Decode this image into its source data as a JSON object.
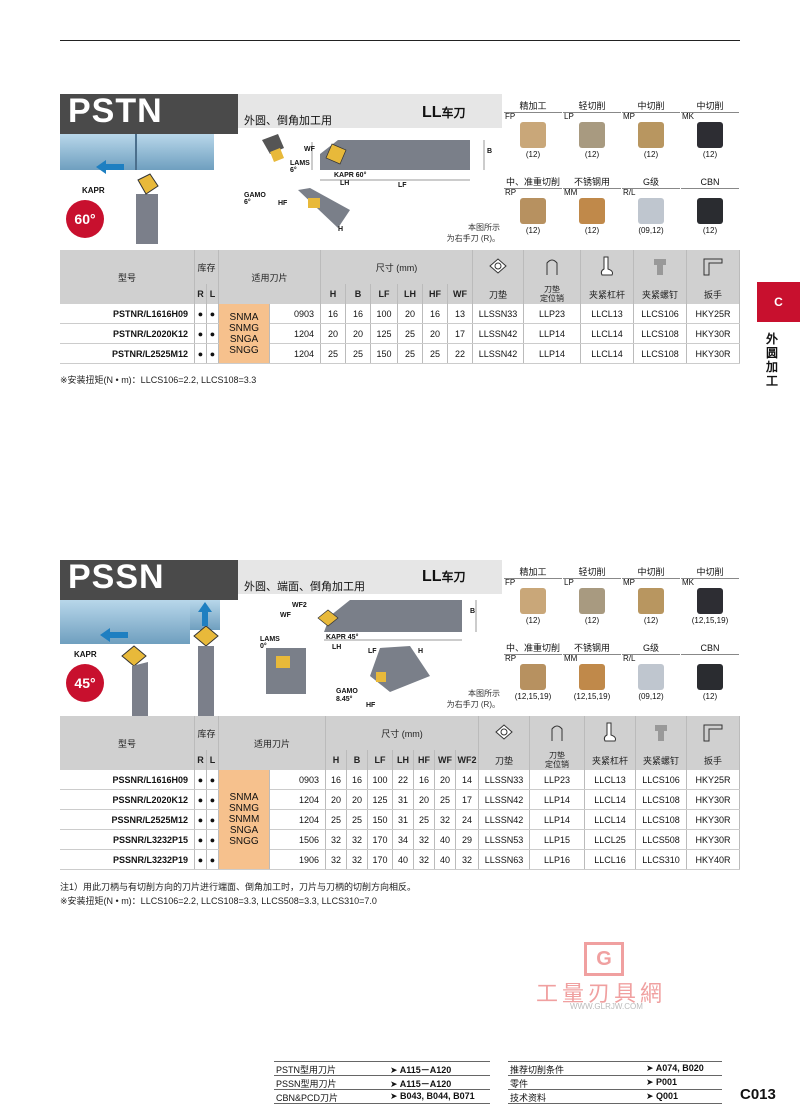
{
  "sections": [
    {
      "code": "PSTN",
      "subtitle": "外圆、倒角加工用",
      "ll_label": "LL",
      "tool_label": "车刀",
      "angle_badge": "60°",
      "illus_labels": {
        "kapr": "KAPR",
        "lams": "LAMS",
        "lams_val": "6°",
        "gamo": "GAMO",
        "gamo_val": "6°",
        "kapr_angle": "KAPR 60°",
        "wf": "WF",
        "lh": "LH",
        "lf": "LF",
        "b": "B",
        "h": "H",
        "hf": "HF"
      },
      "right_hand_note": [
        "本图所示",
        "为右手刀 (R)。"
      ],
      "inserts": [
        {
          "cat": "精加工",
          "code": "FP",
          "size": "(12)",
          "color": "#c9a779"
        },
        {
          "cat": "轻切削",
          "code": "LP",
          "size": "(12)",
          "color": "#a89a80"
        },
        {
          "cat": "中切削",
          "code": "MP",
          "size": "(12)",
          "color": "#b89660"
        },
        {
          "cat": "中切削",
          "code": "MK",
          "size": "(12)",
          "color": "#2d2d33"
        },
        {
          "cat": "中、准重切削",
          "code": "RP",
          "size": "(12)",
          "color": "#b79160"
        },
        {
          "cat": "不锈钢用",
          "code": "MM",
          "size": "(12)",
          "color": "#c0894a"
        },
        {
          "cat": "G级",
          "code": "R/L",
          "size": "(09,12)",
          "color": "#bfc6cf"
        },
        {
          "cat": "CBN",
          "code": "",
          "size": "(12)",
          "color": "#2a2c30"
        }
      ],
      "headers": {
        "model": "型号",
        "stock": "库存",
        "R": "R",
        "L": "L",
        "insert": "适用刀片",
        "dims": "尺寸 (mm)",
        "dim_cols": [
          "H",
          "B",
          "LF",
          "LH",
          "HF",
          "WF"
        ],
        "parts": [
          "刀垫",
          "刀垫\n定位销",
          "夹紧杠杆",
          "夹紧螺钉",
          "扳手"
        ]
      },
      "insert_types": [
        "SNMA",
        "SNMG",
        "SNGA",
        "SNGG"
      ],
      "rows": [
        {
          "model": "PSTNR/L1616H09",
          "r": "●",
          "l": "●",
          "insert_size": "0903",
          "dims": [
            "16",
            "16",
            "100",
            "20",
            "16",
            "13"
          ],
          "parts": [
            "LLSSN33",
            "LLP23",
            "LLCL13",
            "LLCS106",
            "HKY25R"
          ]
        },
        {
          "model": "PSTNR/L2020K12",
          "r": "●",
          "l": "●",
          "insert_size": "1204",
          "dims": [
            "20",
            "20",
            "125",
            "25",
            "20",
            "17"
          ],
          "parts": [
            "LLSSN42",
            "LLP14",
            "LLCL14",
            "LLCS108",
            "HKY30R"
          ]
        },
        {
          "model": "PSTNR/L2525M12",
          "r": "●",
          "l": "●",
          "insert_size": "1204",
          "dims": [
            "25",
            "25",
            "150",
            "25",
            "25",
            "22"
          ],
          "parts": [
            "LLSSN42",
            "LLP14",
            "LLCL14",
            "LLCS108",
            "HKY30R"
          ]
        }
      ],
      "footnotes": [
        "※安装扭矩(N • m)：LLCS106=2.2, LLCS108=3.3"
      ]
    },
    {
      "code": "PSSN",
      "subtitle": "外圆、端面、倒角加工用",
      "ll_label": "LL",
      "tool_label": "车刀",
      "angle_badge": "45°",
      "illus_labels": {
        "kapr": "KAPR",
        "lams": "LAMS",
        "lams_val": "0°",
        "gamo": "GAMO",
        "gamo_val": "8.45°",
        "kapr_angle": "KAPR 45°",
        "wf": "WF",
        "wf2": "WF2",
        "lh": "LH",
        "lf": "LF",
        "b": "B",
        "h": "H",
        "hf": "HF"
      },
      "right_hand_note": [
        "本图所示",
        "为右手刀 (R)。"
      ],
      "inserts": [
        {
          "cat": "精加工",
          "code": "FP",
          "size": "(12)",
          "color": "#c9a779"
        },
        {
          "cat": "轻切削",
          "code": "LP",
          "size": "(12)",
          "color": "#a89a80"
        },
        {
          "cat": "中切削",
          "code": "MP",
          "size": "(12)",
          "color": "#b89660"
        },
        {
          "cat": "中切削",
          "code": "MK",
          "size": "(12,15,19)",
          "color": "#2d2d33"
        },
        {
          "cat": "中、准重切削",
          "code": "RP",
          "size": "(12,15,19)",
          "color": "#b79160"
        },
        {
          "cat": "不锈钢用",
          "code": "MM",
          "size": "(12,15,19)",
          "color": "#c0894a"
        },
        {
          "cat": "G级",
          "code": "R/L",
          "size": "(09,12)",
          "color": "#bfc6cf"
        },
        {
          "cat": "CBN",
          "code": "",
          "size": "(12)",
          "color": "#2a2c30"
        }
      ],
      "headers": {
        "model": "型号",
        "stock": "库存",
        "R": "R",
        "L": "L",
        "insert": "适用刀片",
        "dims": "尺寸 (mm)",
        "dim_cols": [
          "H",
          "B",
          "LF",
          "LH",
          "HF",
          "WF",
          "WF2"
        ],
        "parts": [
          "刀垫",
          "刀垫\n定位销",
          "夹紧杠杆",
          "夹紧螺钉",
          "扳手"
        ]
      },
      "insert_types": [
        "SNMA",
        "SNMG",
        "SNMM",
        "SNGA",
        "SNGG"
      ],
      "rows": [
        {
          "model": "PSSNR/L1616H09",
          "r": "●",
          "l": "●",
          "insert_size": "0903",
          "dims": [
            "16",
            "16",
            "100",
            "22",
            "16",
            "20",
            "14"
          ],
          "parts": [
            "LLSSN33",
            "LLP23",
            "LLCL13",
            "LLCS106",
            "HKY25R"
          ]
        },
        {
          "model": "PSSNR/L2020K12",
          "r": "●",
          "l": "●",
          "insert_size": "1204",
          "dims": [
            "20",
            "20",
            "125",
            "31",
            "20",
            "25",
            "17"
          ],
          "parts": [
            "LLSSN42",
            "LLP14",
            "LLCL14",
            "LLCS108",
            "HKY30R"
          ]
        },
        {
          "model": "PSSNR/L2525M12",
          "r": "●",
          "l": "●",
          "insert_size": "1204",
          "dims": [
            "25",
            "25",
            "150",
            "31",
            "25",
            "32",
            "24"
          ],
          "parts": [
            "LLSSN42",
            "LLP14",
            "LLCL14",
            "LLCS108",
            "HKY30R"
          ]
        },
        {
          "model": "PSSNR/L3232P15",
          "r": "●",
          "l": "●",
          "insert_size": "1506",
          "dims": [
            "32",
            "32",
            "170",
            "34",
            "32",
            "40",
            "29"
          ],
          "parts": [
            "LLSSN53",
            "LLP15",
            "LLCL25",
            "LLCS508",
            "HKY30R"
          ]
        },
        {
          "model": "PSSNR/L3232P19",
          "r": "●",
          "l": "●",
          "insert_size": "1906",
          "dims": [
            "32",
            "32",
            "170",
            "40",
            "32",
            "40",
            "32"
          ],
          "parts": [
            "LLSSN63",
            "LLP16",
            "LLCL16",
            "LLCS310",
            "HKY40R"
          ]
        }
      ],
      "footnotes": [
        "注1）用此刀柄与有切削方向的刀片进行端面、倒角加工时，刀片与刀柄的切削方向相反。",
        "※安装扭矩(N • m)：LLCS106=2.2, LLCS108=3.3, LLCS508=3.3, LLCS310=7.0"
      ]
    }
  ],
  "side_tab": {
    "letter": "C",
    "text": "外圆加工"
  },
  "watermark": {
    "logo": "G",
    "name": "工量刃具網",
    "url": "WWW.GLRJW.COM"
  },
  "footer": {
    "left": [
      {
        "label": "PSTN型用刀片",
        "ref": "➤ A115－A120"
      },
      {
        "label": "PSSN型用刀片",
        "ref": "➤ A115－A120"
      },
      {
        "label": "CBN&PCD刀片",
        "ref": "➤ B043, B044, B071"
      }
    ],
    "right": [
      {
        "label": "推荐切削条件",
        "ref": "➤ A074, B020"
      },
      {
        "label": "零件",
        "ref": "➤ P001"
      },
      {
        "label": "技术资料",
        "ref": "➤ Q001"
      }
    ],
    "page": "C013"
  }
}
